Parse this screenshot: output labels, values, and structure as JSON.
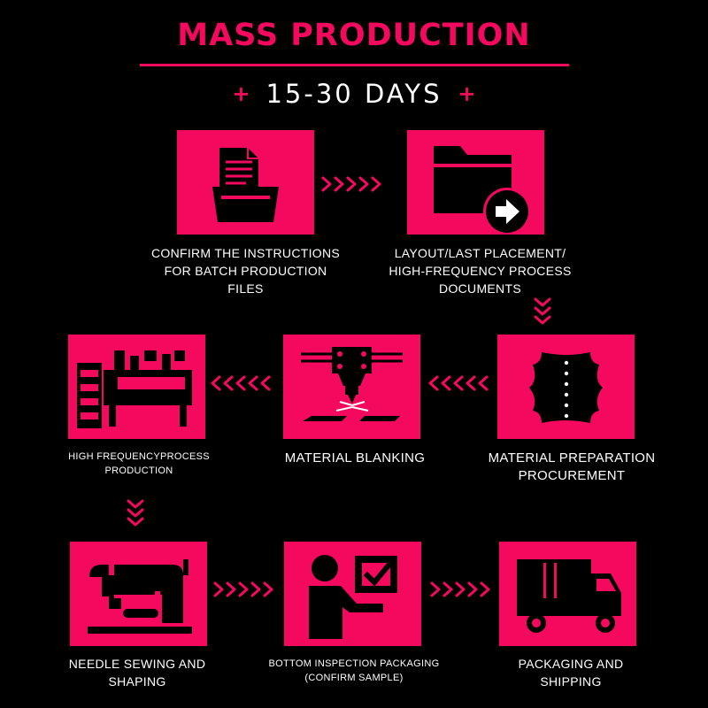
{
  "header": {
    "title": "MASS PRODUCTION",
    "duration": "15-30 DAYS",
    "plus_left": "+",
    "plus_right": "+"
  },
  "colors": {
    "accent": "#F4095F",
    "background": "#000000",
    "text": "#FFFFFF"
  },
  "steps": [
    {
      "label_lines": [
        "CONFIRM THE INSTRUCTIONS",
        "FOR BATCH PRODUCTION",
        "FILES"
      ],
      "icon": "file-folder-icon"
    },
    {
      "label_lines": [
        "LAYOUT/LAST PLACEMENT/",
        "HIGH-FREQUENCY PROCESS",
        "DOCUMENTS"
      ],
      "icon": "folder-arrow-icon"
    },
    {
      "label_lines": [
        "MATERIAL PREPARATION",
        "PROCUREMENT"
      ],
      "icon": "leather-hide-icon"
    },
    {
      "label_lines": [
        "MATERIAL BLANKING"
      ],
      "icon": "laser-cutter-icon"
    },
    {
      "label_lines": [
        "HIGH FREQUENCYPROCESS",
        "PRODUCTION"
      ],
      "icon": "machine-panel-icon"
    },
    {
      "label_lines": [
        "NEEDLE SEWING AND",
        "SHAPING"
      ],
      "icon": "sewing-machine-icon"
    },
    {
      "label_lines": [
        "BOTTOM INSPECTION PACKAGING",
        "(CONFIRM SAMPLE)"
      ],
      "icon": "inspector-checkbox-icon"
    },
    {
      "label_lines": [
        "PACKAGING AND",
        "SHIPPING"
      ],
      "icon": "delivery-truck-icon"
    }
  ]
}
